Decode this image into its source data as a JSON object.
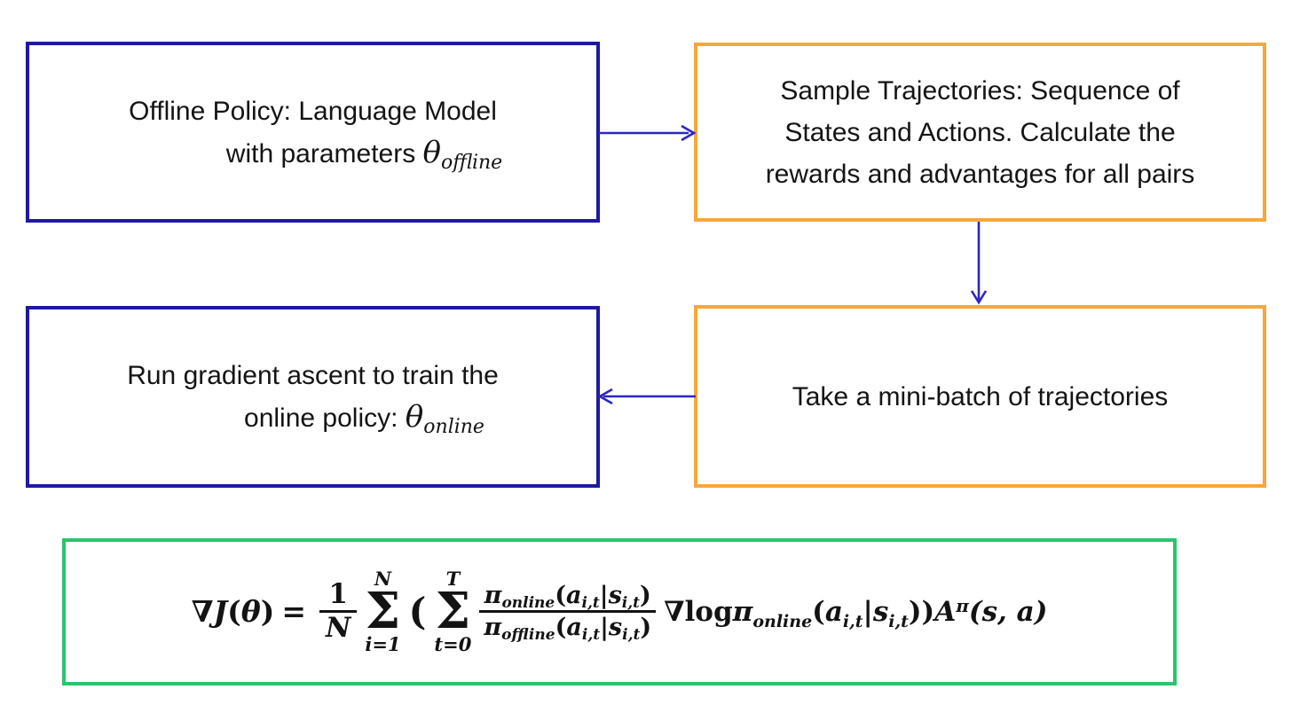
{
  "colors": {
    "navy": "#1e19a3",
    "orange": "#f5a83b",
    "green": "#2bc46f",
    "arrow": "#2a26c4"
  },
  "boxes": {
    "offline_policy": {
      "line1": "Offline Policy: Language Model",
      "line2_prefix": "with parameters ",
      "theta": "θ",
      "theta_sub": "offline"
    },
    "sample_trajectories": {
      "lines": [
        "Sample Trajectories: Sequence of",
        "States and Actions. Calculate the",
        "rewards and advantages for all pairs"
      ]
    },
    "gradient_ascent": {
      "line1": "Run gradient ascent to train the",
      "line2_prefix": "online policy:  ",
      "theta": "θ",
      "theta_sub": "online"
    },
    "mini_batch": {
      "text": "Take a mini-batch of trajectories"
    }
  },
  "formula": {
    "nabla": "∇",
    "J": "J",
    "lp": "(",
    "theta": "θ",
    "rp": ")",
    "eq": "=",
    "frac1_num": "1",
    "frac1_den": "N",
    "sigma": "Σ",
    "sum_i_top": "N",
    "sum_i_bot": "i=1",
    "lparen": "(",
    "sum_t_top": "T",
    "sum_t_bot": "t=0",
    "pi": "π",
    "sub_online": "online",
    "sub_offline": "offline",
    "a": "a",
    "sub_it": "i,t",
    "bar": "|",
    "s": "s",
    "log": "log",
    "rparen": ")",
    "A": "A",
    "A_sup": "π",
    "sa": "(s, a)"
  }
}
